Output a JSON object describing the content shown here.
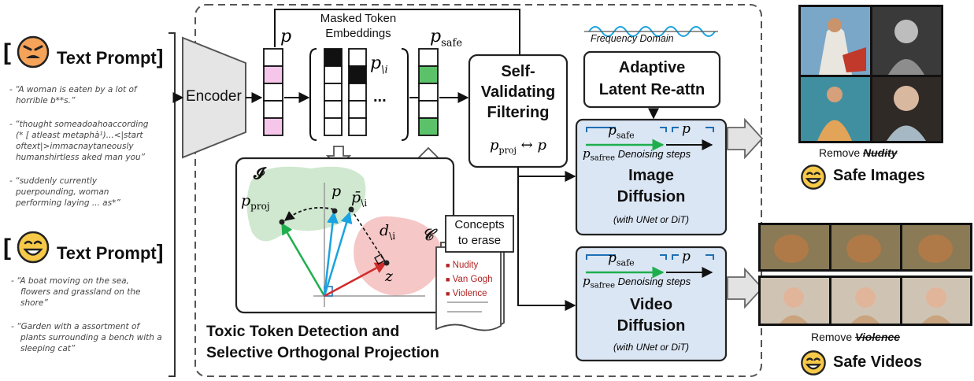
{
  "left": {
    "unsafe_prompt_label": "Text Prompt",
    "unsafe_examples": [
      "- “A woman is eaten by a lot of",
      "horrible b**s.”",
      "- “thought someadoahoaccording",
      "(* [ atleast metaphà¹)...<|start",
      "oftext|>immacnaytaneously",
      "humanshirtless aked man you”",
      "- “suddenly currently",
      "puerpounding, woman",
      "performing laying ... as*”"
    ],
    "safe_prompt_label": "Text Prompt",
    "safe_examples": [
      "- “A boat moving on the sea,",
      "flowers and grassland on the",
      "shore”",
      "- “Garden with a assortment of",
      "plants surrounding a bench with a",
      "sleeping cat”"
    ]
  },
  "encoder": {
    "label": "Encoder"
  },
  "embeddings": {
    "p_label": "p",
    "masked_title_line1": "Masked Token",
    "masked_title_line2": "Embeddings",
    "p_mask_label": "p",
    "p_mask_sub": "\\i",
    "ellipsis": "...",
    "p_safe_label": "p",
    "p_safe_sub": "safe"
  },
  "filter": {
    "line1": "Self-",
    "line2": "Validating",
    "line3": "Filtering",
    "formula_p": "p",
    "formula_sub": "proj",
    "formula_arrow": "↔",
    "formula_p2": "p"
  },
  "frequency": {
    "label": "Frequency Domain"
  },
  "reattn": {
    "line1": "Adaptive",
    "line2": "Latent Re-attn"
  },
  "image_diffusion": {
    "p_safe": "p",
    "p_safe_sub": "safe",
    "p": "p",
    "p_safree": "p",
    "p_safree_sub": "safree",
    "steps": "Denoising steps",
    "title_line1": "Image",
    "title_line2": "Diffusion",
    "note": "(with UNet or DiT)"
  },
  "video_diffusion": {
    "p_safe": "p",
    "p_safe_sub": "safe",
    "p": "p",
    "p_safree": "p",
    "p_safree_sub": "safree",
    "steps": "Denoising steps",
    "title_line1": "Video",
    "title_line2": "Diffusion",
    "note": "(with UNet or DiT)"
  },
  "projection": {
    "I_label": "𝓘",
    "C_label": "𝒞",
    "p_proj": "p",
    "p_proj_sub": "proj",
    "p": "p",
    "p_bar": "p̄",
    "p_bar_sub": "\\i",
    "d": "d",
    "d_sub": "\\i",
    "z": "z",
    "title_line1": "Toxic Token Detection and",
    "title_line2": "Selective Orthogonal Projection"
  },
  "concepts": {
    "title_line1": "Concepts",
    "title_line2": "to erase",
    "items": [
      "Nudity",
      "Van Gogh",
      "Violence"
    ]
  },
  "outputs": {
    "remove_prefix_img": "Remove",
    "remove_word_img": "Nudity",
    "safe_images": "Safe Images",
    "remove_prefix_vid": "Remove",
    "remove_word_vid": "Violence",
    "safe_videos": "Safe Videos"
  },
  "colors": {
    "pink": "#f6c6ea",
    "green": "#5cc26a",
    "blue_box": "#dbe6f4",
    "green_region": "#cfe8cf",
    "red_region": "#f6c7c7",
    "arrow_green": "#1fae4d",
    "arrow_blue": "#1aa3e0",
    "arrow_red": "#d12b2b",
    "emoji_angry": "#f6a35a",
    "emoji_safe": "#f7c948"
  }
}
